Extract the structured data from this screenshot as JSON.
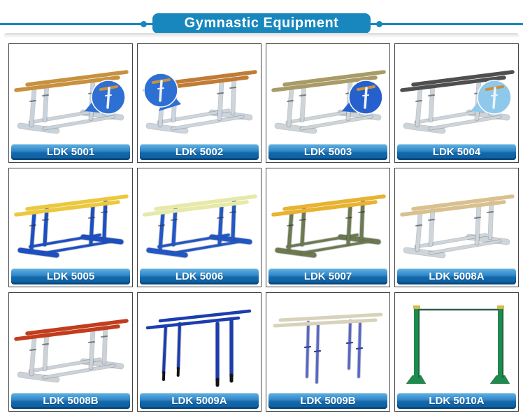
{
  "header": {
    "title": "Gymnastic Equipment"
  },
  "theme": {
    "accent": "#1787bd",
    "badge_top": "#63b3e1",
    "badge_bottom": "#0d5f9f",
    "badge_text": "#ffffff"
  },
  "products": [
    {
      "code": "LDK 5001",
      "type": "parallel-bars-floor-base",
      "frame": "#c9d3dc",
      "bar": "#c8913e",
      "bubble": {
        "side": "right",
        "fill": "#2e6fd4"
      }
    },
    {
      "code": "LDK 5002",
      "type": "parallel-bars-floor-base",
      "frame": "#cdd6de",
      "bar": "#c07c35",
      "bubble": {
        "side": "left",
        "fill": "#2e6fd4"
      }
    },
    {
      "code": "LDK 5003",
      "type": "parallel-bars-floor-base",
      "frame": "#ced5d8",
      "bar": "#a89b68",
      "bubble": {
        "side": "right",
        "fill": "#2560cc"
      }
    },
    {
      "code": "LDK 5004",
      "type": "parallel-bars-floor-base",
      "frame": "#cdd4da",
      "bar": "#4f4f4f",
      "bubble": {
        "side": "right",
        "fill": "#8ec9ec"
      }
    },
    {
      "code": "LDK 5005",
      "type": "parallel-bars-floor-base",
      "frame": "#1d4fc4",
      "bar": "#ecc83e",
      "bubble": null
    },
    {
      "code": "LDK 5006",
      "type": "parallel-bars-floor-base",
      "frame": "#2257c8",
      "bar": "#e6e9a8",
      "bubble": null
    },
    {
      "code": "LDK 5007",
      "type": "parallel-bars-floor-base",
      "frame": "#6d7a50",
      "bar": "#e8b232",
      "bubble": null
    },
    {
      "code": "LDK 5008A",
      "type": "parallel-bars-floor-base",
      "frame": "#ced6dc",
      "bar": "#d9c08e",
      "bubble": null
    },
    {
      "code": "LDK 5008B",
      "type": "parallel-bars-floor-base",
      "frame": "#ccd2d8",
      "bar": "#c23d1d",
      "bubble": null
    },
    {
      "code": "LDK 5009A",
      "type": "parallel-bars-embedded",
      "frame": "#1c3dae",
      "bar": "#1c3dae",
      "bubble": null
    },
    {
      "code": "LDK 5009B",
      "type": "parallel-bars-suspended",
      "frame": "#5a67c8",
      "bar": "#d8d2bc",
      "bubble": null
    },
    {
      "code": "LDK 5010A",
      "type": "horizontal-bar",
      "frame": "#1e8a4e",
      "bar": "#2f5f50",
      "bubble": null
    }
  ]
}
